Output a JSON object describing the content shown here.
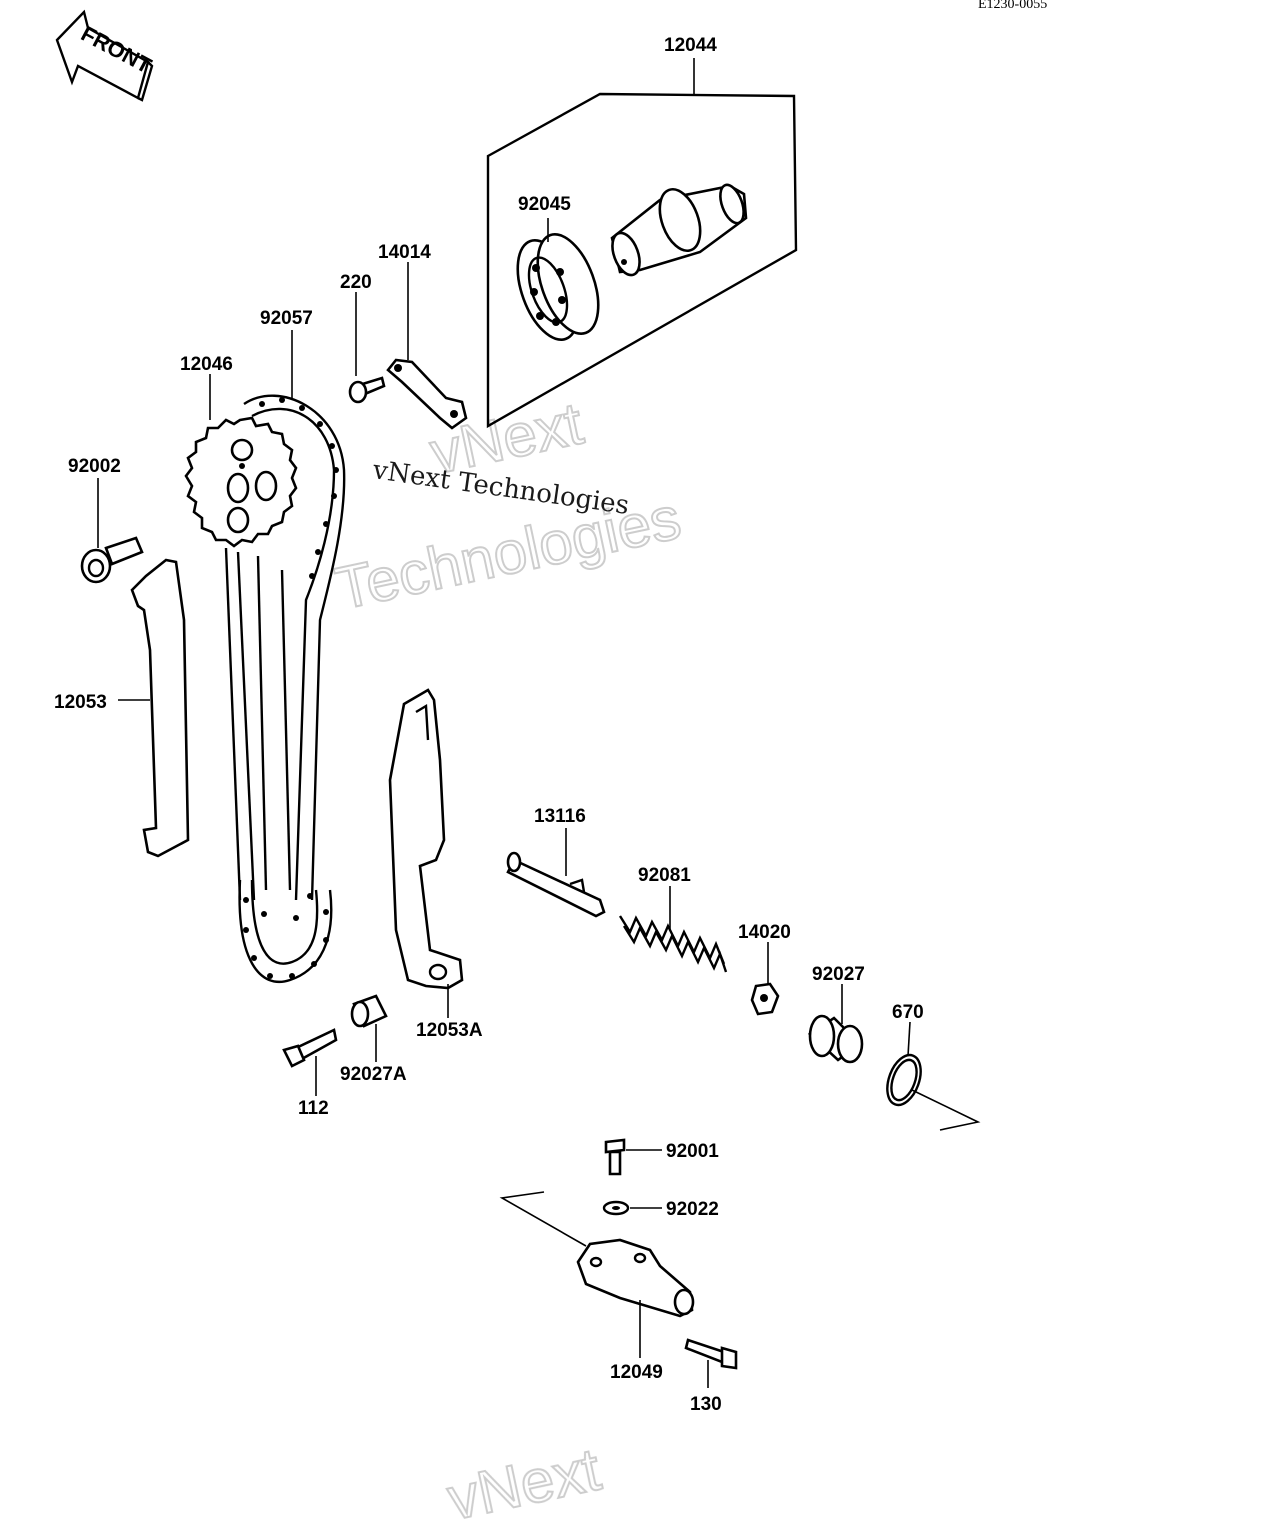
{
  "diagram_code": "E1230-0055",
  "front_label": "FRONT",
  "watermark": {
    "line1": "vNext Technologies",
    "line2_a": "vNext",
    "line2_b": "Technologies",
    "bottom": "vNext"
  },
  "parts": {
    "p12044": "12044",
    "p92045": "92045",
    "p14014": "14014",
    "p220": "220",
    "p92057": "92057",
    "p12046": "12046",
    "p92002": "92002",
    "p12053": "12053",
    "p13116": "13116",
    "p92081": "92081",
    "p14020": "14020",
    "p92027": "92027",
    "p670": "670",
    "p12053A": "12053A",
    "p92027A": "92027A",
    "p112": "112",
    "p92001": "92001",
    "p92022": "92022",
    "p12049": "12049",
    "p130": "130"
  }
}
